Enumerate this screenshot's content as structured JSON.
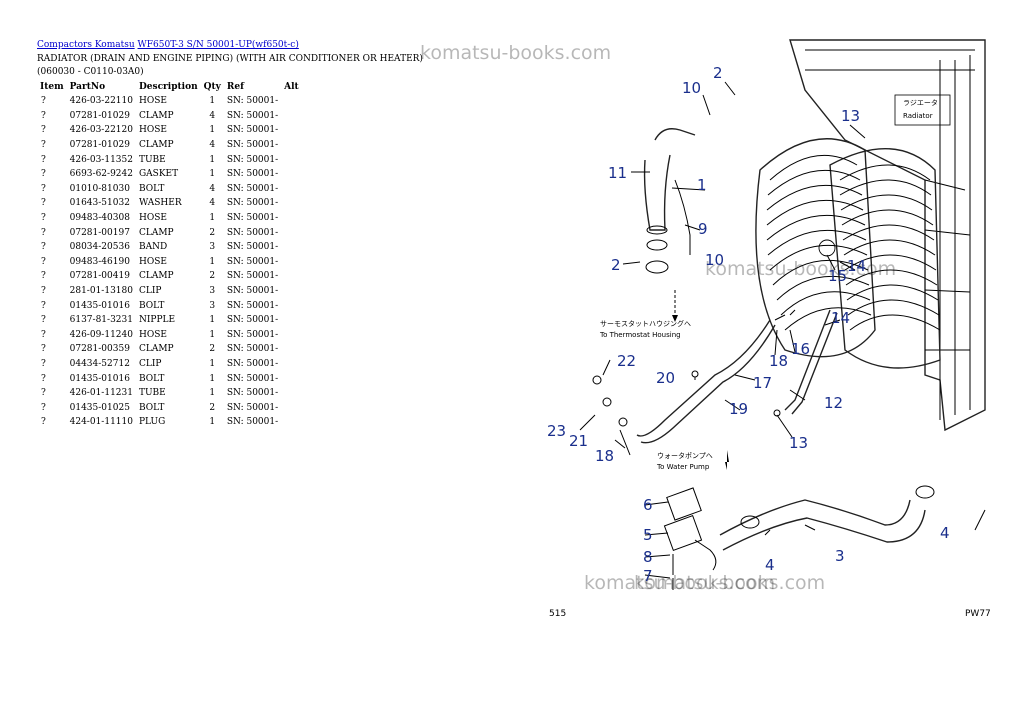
{
  "breadcrumb": {
    "link1": "Compactors Komatsu",
    "link2": "WF650T-3 S/N 50001-UP(wf650t-c)"
  },
  "page_title": "RADIATOR (DRAIN AND ENGINE PIPING) (WITH AIR CONDITIONER OR HEATER)(060030 - C0110-03A0)",
  "table": {
    "headers": [
      "Item",
      "PartNo",
      "Description",
      "Qty",
      "Ref",
      "Alt"
    ],
    "rows": [
      [
        "?",
        "426-03-22110",
        "HOSE",
        "1",
        "SN: 50001-",
        ""
      ],
      [
        "?",
        "07281-01029",
        "CLAMP",
        "4",
        "SN: 50001-",
        ""
      ],
      [
        "?",
        "426-03-22120",
        "HOSE",
        "1",
        "SN: 50001-",
        ""
      ],
      [
        "?",
        "07281-01029",
        "CLAMP",
        "4",
        "SN: 50001-",
        ""
      ],
      [
        "?",
        "426-03-11352",
        "TUBE",
        "1",
        "SN: 50001-",
        ""
      ],
      [
        "?",
        "6693-62-9242",
        "GASKET",
        "1",
        "SN: 50001-",
        ""
      ],
      [
        "?",
        "01010-81030",
        "BOLT",
        "4",
        "SN: 50001-",
        ""
      ],
      [
        "?",
        "01643-51032",
        "WASHER",
        "4",
        "SN: 50001-",
        ""
      ],
      [
        "?",
        "09483-40308",
        "HOSE",
        "1",
        "SN: 50001-",
        ""
      ],
      [
        "?",
        "07281-00197",
        "CLAMP",
        "2",
        "SN: 50001-",
        ""
      ],
      [
        "?",
        "08034-20536",
        "BAND",
        "3",
        "SN: 50001-",
        ""
      ],
      [
        "?",
        "09483-46190",
        "HOSE",
        "1",
        "SN: 50001-",
        ""
      ],
      [
        "?",
        "07281-00419",
        "CLAMP",
        "2",
        "SN: 50001-",
        ""
      ],
      [
        "?",
        "281-01-13180",
        "CLIP",
        "3",
        "SN: 50001-",
        ""
      ],
      [
        "?",
        "01435-01016",
        "BOLT",
        "3",
        "SN: 50001-",
        ""
      ],
      [
        "?",
        "6137-81-3231",
        "NIPPLE",
        "1",
        "SN: 50001-",
        ""
      ],
      [
        "?",
        "426-09-11240",
        "HOSE",
        "1",
        "SN: 50001-",
        ""
      ],
      [
        "?",
        "07281-00359",
        "CLAMP",
        "2",
        "SN: 50001-",
        ""
      ],
      [
        "?",
        "04434-52712",
        "CLIP",
        "1",
        "SN: 50001-",
        ""
      ],
      [
        "?",
        "01435-01016",
        "BOLT",
        "1",
        "SN: 50001-",
        ""
      ],
      [
        "?",
        "426-01-11231",
        "TUBE",
        "1",
        "SN: 50001-",
        ""
      ],
      [
        "?",
        "01435-01025",
        "BOLT",
        "2",
        "SN: 50001-",
        ""
      ],
      [
        "?",
        "424-01-11110",
        "PLUG",
        "1",
        "SN: 50001-",
        ""
      ]
    ]
  },
  "watermarks": {
    "top": "komatsu-books.com",
    "middle": "komatsu-books.com",
    "bottom_a": "komatsu-books.com",
    "bottom_b": "komatsu-books.com"
  },
  "diagram": {
    "callouts": {
      "c1": "1",
      "c2a": "2",
      "c2b": "2",
      "c3": "3",
      "c4a": "4",
      "c4b": "4",
      "c5": "5",
      "c6": "6",
      "c7": "7",
      "c8": "8",
      "c9": "9",
      "c10a": "10",
      "c10b": "10",
      "c11": "11",
      "c12": "12",
      "c13a": "13",
      "c13b": "13",
      "c14a": "14",
      "c14b": "14",
      "c15": "15",
      "c16": "16",
      "c17": "17",
      "c18a": "18",
      "c18b": "18",
      "c19": "19",
      "c20": "20",
      "c21": "21",
      "c22": "22",
      "c23": "23"
    },
    "labels": {
      "radiator_jp": "ラジエータ",
      "radiator_en": "Radiator",
      "thermostat_jp": "サーモスタットハウジングへ",
      "thermostat_en": "To Thermostat Housing",
      "waterpump_jp": "ウォータポンプへ",
      "waterpump_en": "To Water Pump",
      "page_no": "515",
      "fig_code": "PW77"
    }
  }
}
